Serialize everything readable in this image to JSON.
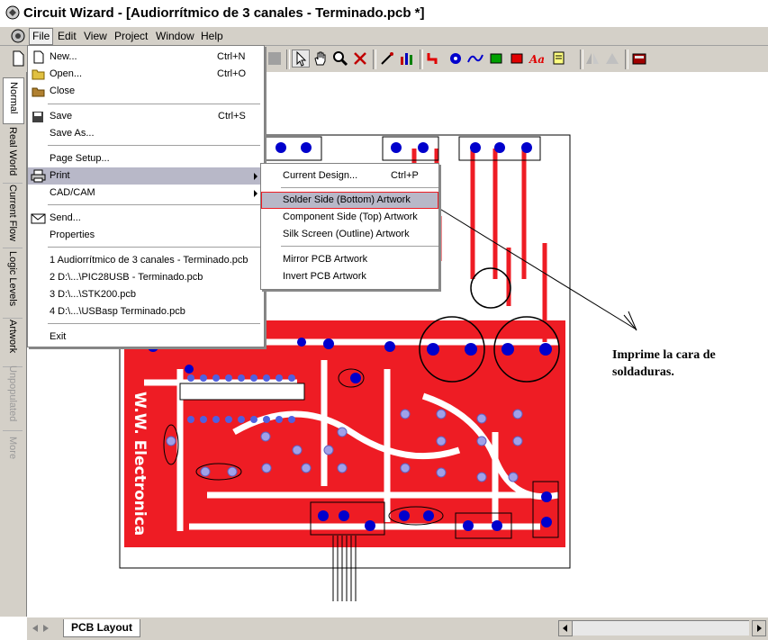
{
  "window": {
    "title": "Circuit Wizard - [Audiorrítmico de 3 canales - Terminado.pcb *]"
  },
  "menubar": {
    "items": [
      "File",
      "Edit",
      "View",
      "Project",
      "Window",
      "Help"
    ]
  },
  "file_menu": {
    "new": {
      "label": "New...",
      "shortcut": "Ctrl+N"
    },
    "open": {
      "label": "Open...",
      "shortcut": "Ctrl+O"
    },
    "close": {
      "label": "Close"
    },
    "save": {
      "label": "Save",
      "shortcut": "Ctrl+S"
    },
    "save_as": {
      "label": "Save As..."
    },
    "page_setup": {
      "label": "Page Setup..."
    },
    "print": {
      "label": "Print"
    },
    "cadcam": {
      "label": "CAD/CAM"
    },
    "send": {
      "label": "Send..."
    },
    "properties": {
      "label": "Properties"
    },
    "recent": [
      "1 Audiorrítmico de 3 canales - Terminado.pcb",
      "2 D:\\...\\PIC28USB - Terminado.pcb",
      "3 D:\\...\\STK200.pcb",
      "4 D:\\...\\USBasp Terminado.pcb"
    ],
    "exit": {
      "label": "Exit"
    }
  },
  "print_submenu": {
    "current_design": {
      "label": "Current Design...",
      "shortcut": "Ctrl+P"
    },
    "solder_side": {
      "label": "Solder Side (Bottom) Artwork"
    },
    "component_side": {
      "label": "Component Side (Top) Artwork"
    },
    "silk_screen": {
      "label": "Silk Screen (Outline) Artwork"
    },
    "mirror": {
      "label": "Mirror PCB Artwork"
    },
    "invert": {
      "label": "Invert PCB Artwork"
    }
  },
  "left_tabs": [
    "Normal",
    "Real World",
    "Current Flow",
    "Logic Levels",
    "Artwork",
    "Unpopulated",
    "More"
  ],
  "annotation": {
    "line1": "Imprime la cara de",
    "line2": "soldaduras."
  },
  "pcb": {
    "silk_text": "W.W. Electronica"
  },
  "bottom": {
    "tab_label": "PCB Layout"
  },
  "colors": {
    "copper": "#ee1c24",
    "pad": "#0000cc",
    "menu_highlight": "#b8b8c8",
    "chrome": "#d4d0c8"
  }
}
